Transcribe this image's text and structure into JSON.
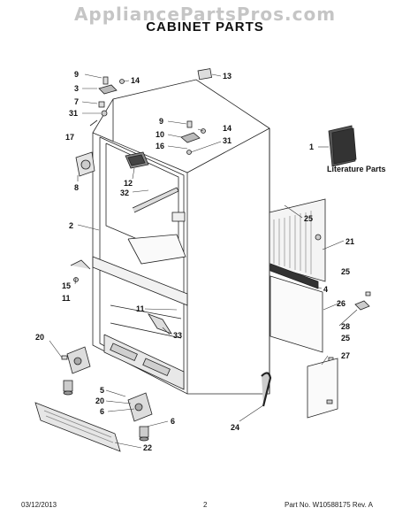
{
  "watermark": "AppliancePartsPros.com",
  "title": "CABINET PARTS",
  "literature_label": "Literature Parts",
  "callouts": {
    "c9a": "9",
    "c14a": "14",
    "c3": "3",
    "c7": "7",
    "c31a": "31",
    "c17": "17",
    "c13": "13",
    "c9b": "9",
    "c14b": "14",
    "c10": "10",
    "c16": "16",
    "c31b": "31",
    "c1": "1",
    "c8": "8",
    "c12": "12",
    "c32": "32",
    "c2": "2",
    "c25a": "25",
    "c21": "21",
    "c15": "15",
    "c11a": "11",
    "c25b": "25",
    "c4": "4",
    "c26": "26",
    "c11b": "11",
    "c33": "33",
    "c28": "28",
    "c25c": "25",
    "c20a": "20",
    "c27": "27",
    "c5": "5",
    "c20b": "20",
    "c6a": "6",
    "c6b": "6",
    "c24": "24",
    "c22": "22"
  },
  "footer": {
    "date": "03/12/2013",
    "page": "2",
    "part_no": "Part No.  W10588175  Rev. A"
  }
}
